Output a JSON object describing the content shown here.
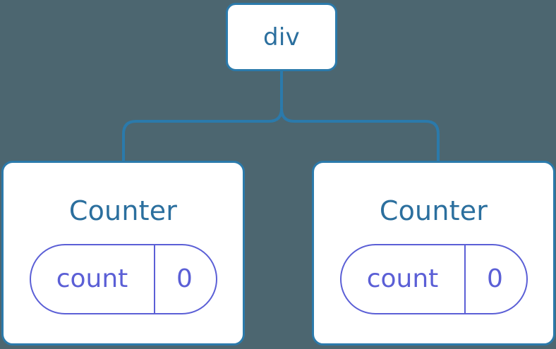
{
  "diagram": {
    "type": "component-tree",
    "background_color": "#4c6670",
    "node_border_color": "#2b7aab",
    "node_fill_color": "#ffffff",
    "node_text_color": "#2b6f9e",
    "connector_color": "#2b7aab",
    "state_accent_color": "#5b5fd6",
    "root": {
      "label": "div"
    },
    "children": [
      {
        "title": "Counter",
        "state": {
          "key": "count",
          "value": "0"
        }
      },
      {
        "title": "Counter",
        "state": {
          "key": "count",
          "value": "0"
        }
      }
    ]
  }
}
